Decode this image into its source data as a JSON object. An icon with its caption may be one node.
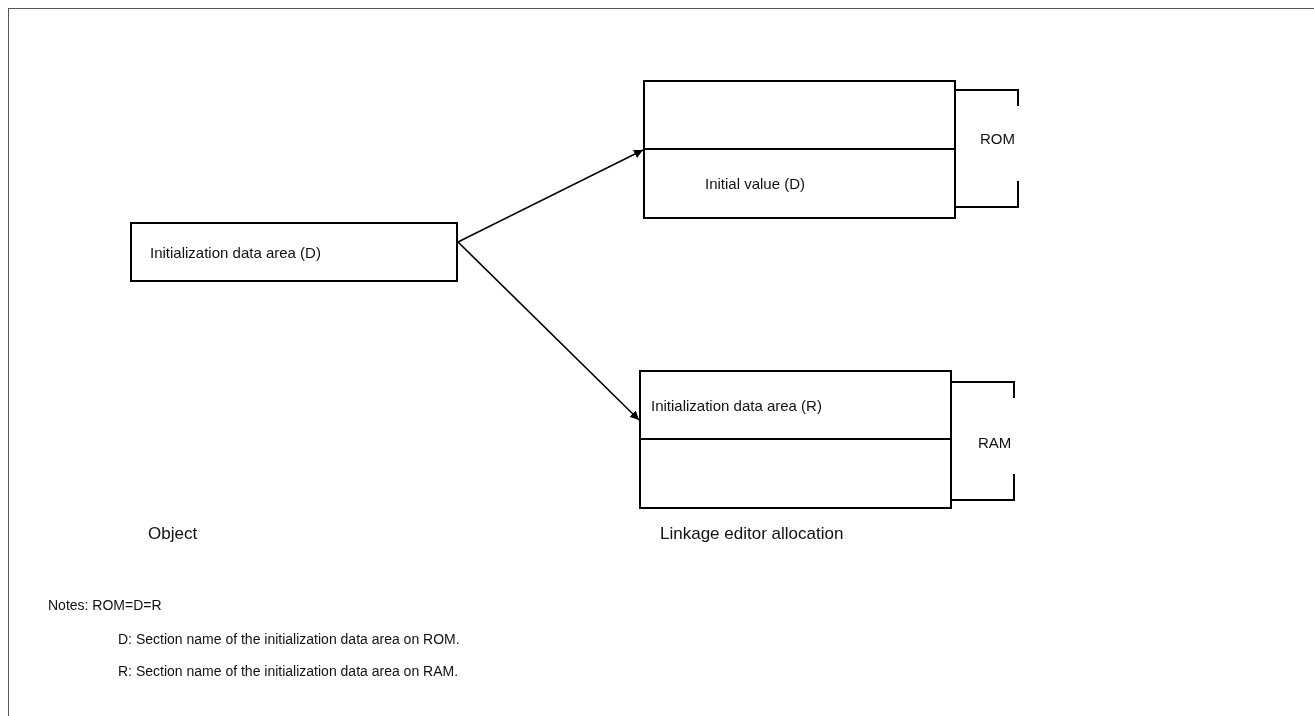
{
  "diagram": {
    "nodes": [
      {
        "text": [
          "Initialization data area (D)"
        ]
      },
      {
        "text": [],
        "shape": "box",
        "beside": [
          "ROM"
        ]
      },
      {
        "text": [],
        "shape": "box",
        "in": 1
      },
      {
        "text": [
          "Initial value (D)"
        ],
        "in": 1
      },
      {
        "text": [],
        "shape": "box",
        "beside": [
          "RAM"
        ]
      },
      {
        "text": [
          "Initialization data area (R)"
        ],
        "in": 4
      },
      {
        "text": [],
        "shape": "box",
        "in": 4
      }
    ],
    "edges": [
      {
        "from": 0,
        "to": 1,
        "arrow": "to"
      },
      {
        "from": 0,
        "to": 4,
        "arrow": "to"
      }
    ],
    "labels": [
      "Object",
      "Linkage editor allocation",
      "Notes: ROM=D=R",
      "D: Section name of the initialization data area on ROM.",
      "R: Section name of the initialization data area on RAM."
    ]
  }
}
